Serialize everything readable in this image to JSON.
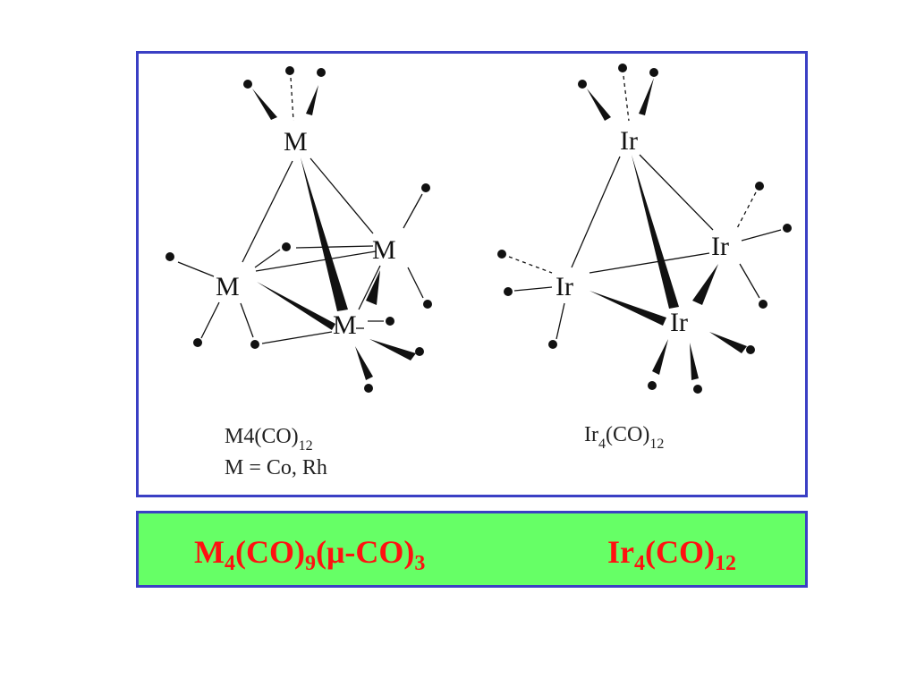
{
  "left_structure": {
    "atom_label": "M",
    "formula": {
      "base": "M4",
      "base_a": "M",
      "base_b": "4",
      "co": "(CO)",
      "n": "12"
    },
    "definition": {
      "lhs": "M",
      "rhs": "Co, Rh"
    }
  },
  "right_structure": {
    "atom_label": "Ir",
    "formula": {
      "base": "Ir",
      "sub1": "4",
      "co": "(CO)",
      "n": "12"
    }
  },
  "caption": {
    "left": {
      "a": "M",
      "a_sub": "4",
      "b": "(CO)",
      "b_sub": "9",
      "c": "(μ-CO)",
      "c_sub": "3"
    },
    "right": {
      "a": "Ir",
      "a_sub": "4",
      "b": "(CO)",
      "b_sub": "12"
    }
  },
  "colors": {
    "frame_border": "#3a3fc4",
    "caption_background": "#66ff66",
    "caption_text": "#ff1111"
  }
}
